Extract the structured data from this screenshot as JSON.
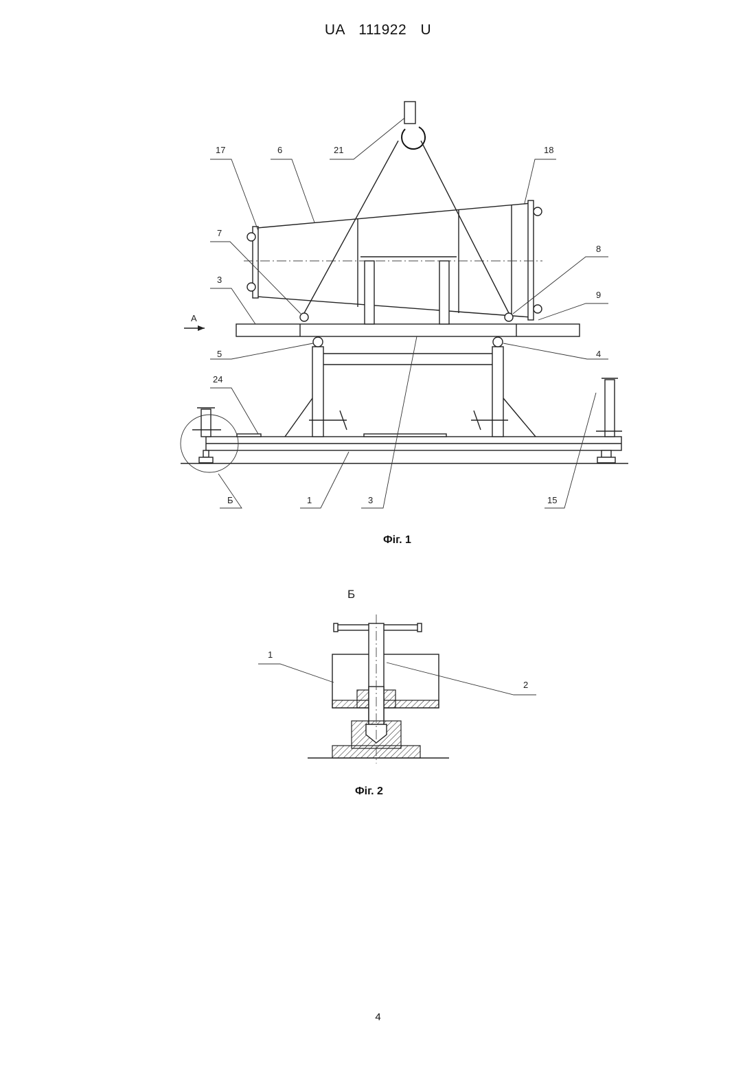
{
  "header": {
    "doc_number": "UA  111922  U"
  },
  "figure1": {
    "caption": "Фіг. 1",
    "view_arrow_label": "А",
    "labels": [
      "17",
      "6",
      "21",
      "18",
      "7",
      "8",
      "3",
      "9",
      "5",
      "4",
      "24",
      "Б",
      "1",
      "3",
      "15"
    ]
  },
  "figure2": {
    "caption": "Фіг. 2",
    "detail_label": "Б",
    "labels": [
      "1",
      "2"
    ]
  },
  "footer": {
    "page_number": "4"
  }
}
